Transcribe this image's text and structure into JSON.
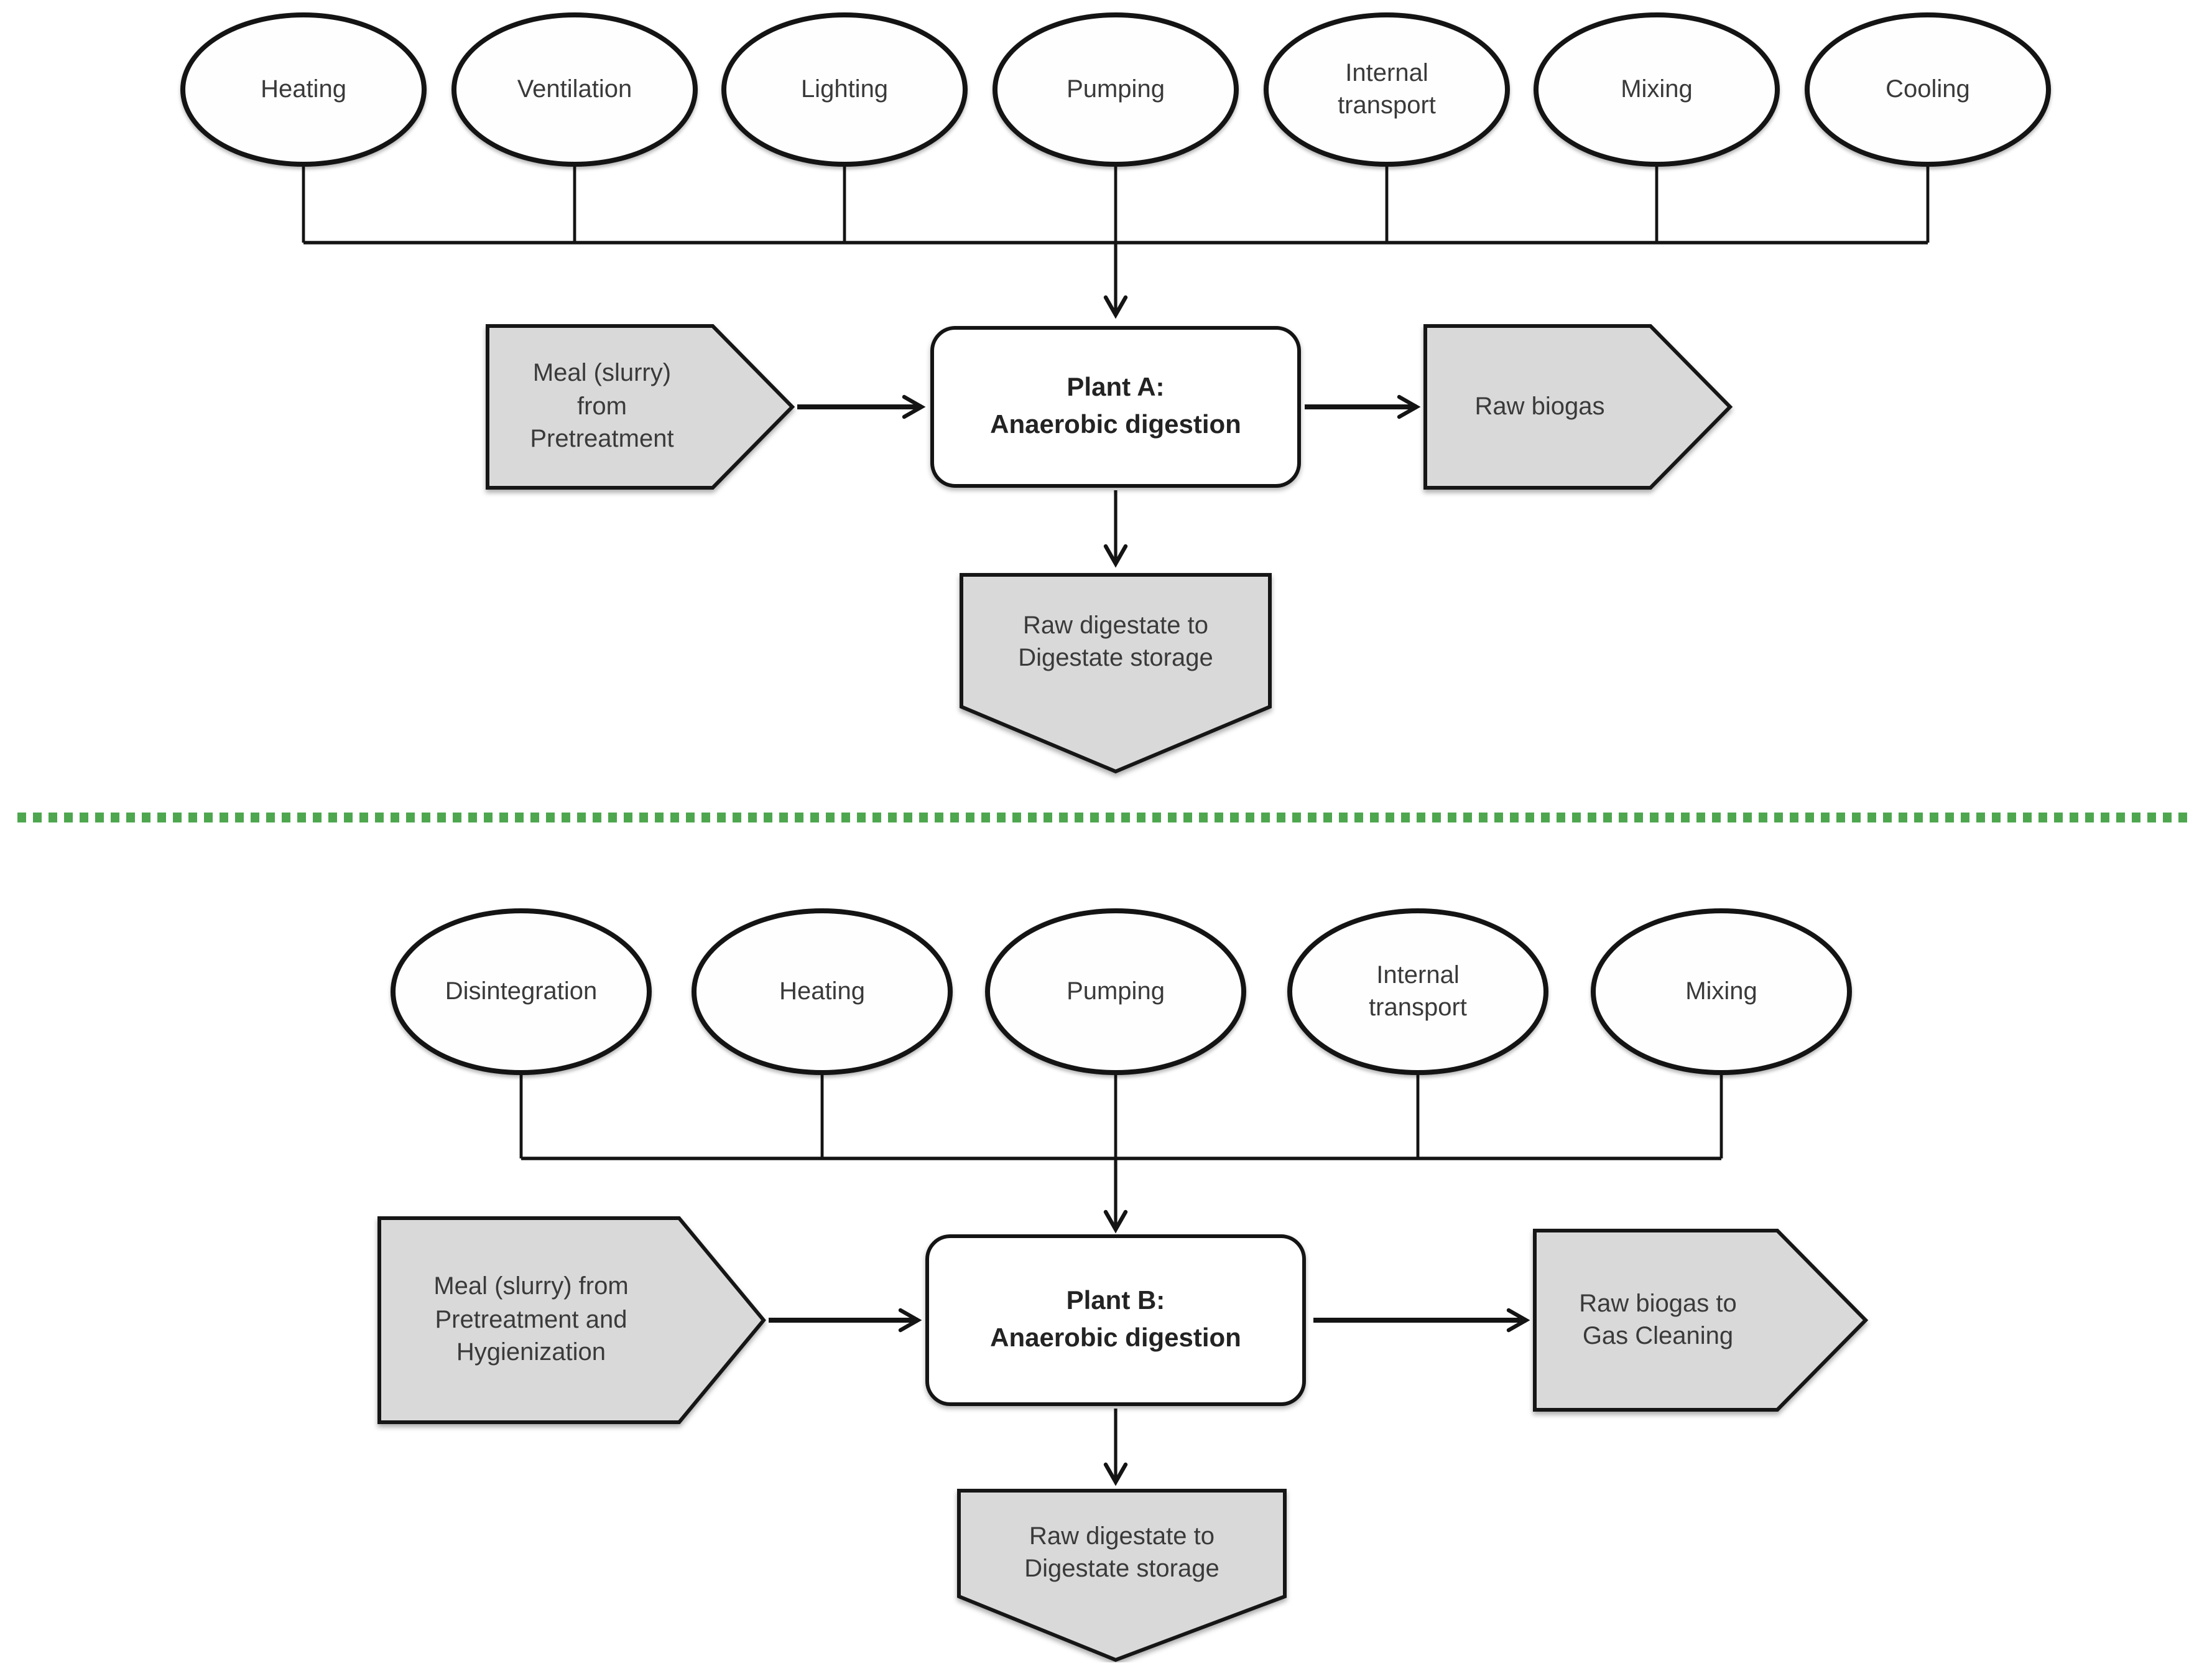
{
  "figure": {
    "plant_a": {
      "energy_inputs": [
        "Heating",
        "Ventilation",
        "Lighting",
        "Pumping",
        "Internal\ntransport",
        "Mixing",
        "Cooling"
      ],
      "input_label": "Meal (slurry)\nfrom\nPretreatment",
      "process_label": "Plant A:\nAnaerobic digestion",
      "output_right_label": "Raw biogas",
      "output_down_label": "Raw digestate to\nDigestate storage"
    },
    "plant_b": {
      "energy_inputs": [
        "Disintegration",
        "Heating",
        "Pumping",
        "Internal\ntransport",
        "Mixing"
      ],
      "input_label": "Meal (slurry) from\nPretreatment  and\nHygienization",
      "process_label": "Plant B:\nAnaerobic digestion",
      "output_right_label": "Raw biogas to\nGas Cleaning",
      "output_down_label": "Raw digestate to\nDigestate storage"
    },
    "colors": {
      "divider_green": "#4EA64E",
      "shape_gray": "#D9D9D9",
      "stroke": "#141414",
      "text": "#3A3A3A",
      "background": "#FFFFFF"
    }
  }
}
